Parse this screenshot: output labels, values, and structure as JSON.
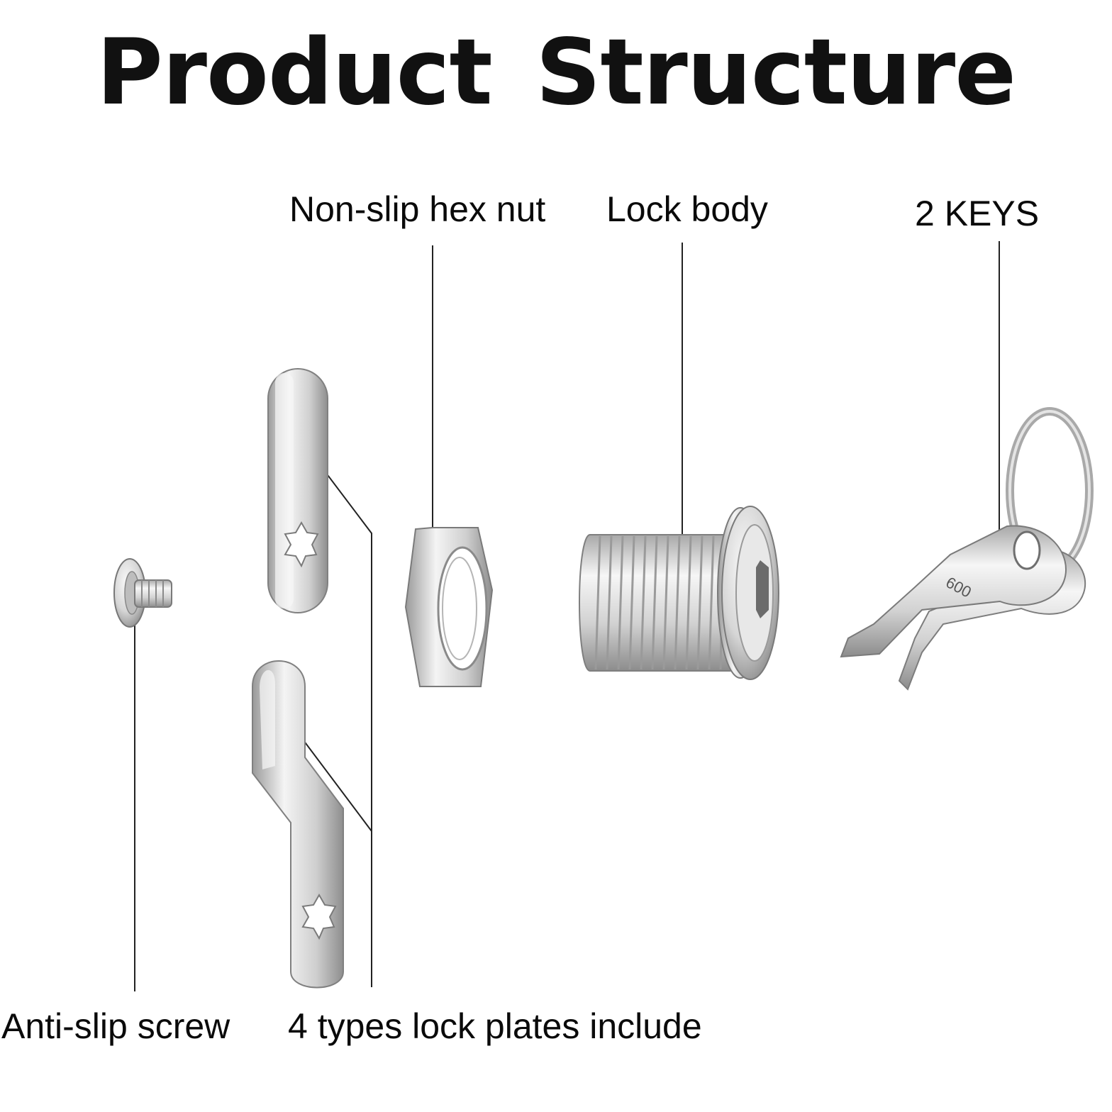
{
  "title": "Product  Structure",
  "labels": {
    "hex_nut": "Non-slip hex nut",
    "lock_body": "Lock body",
    "keys": "2 KEYS",
    "screw": "Anti-slip screw",
    "plates": "4 types lock plates include"
  },
  "key_number": "600",
  "colors": {
    "metal_light": "#f2f2f2",
    "metal_mid": "#c9c9c9",
    "metal_dark": "#8a8a8a",
    "leader_line": "#222222"
  }
}
